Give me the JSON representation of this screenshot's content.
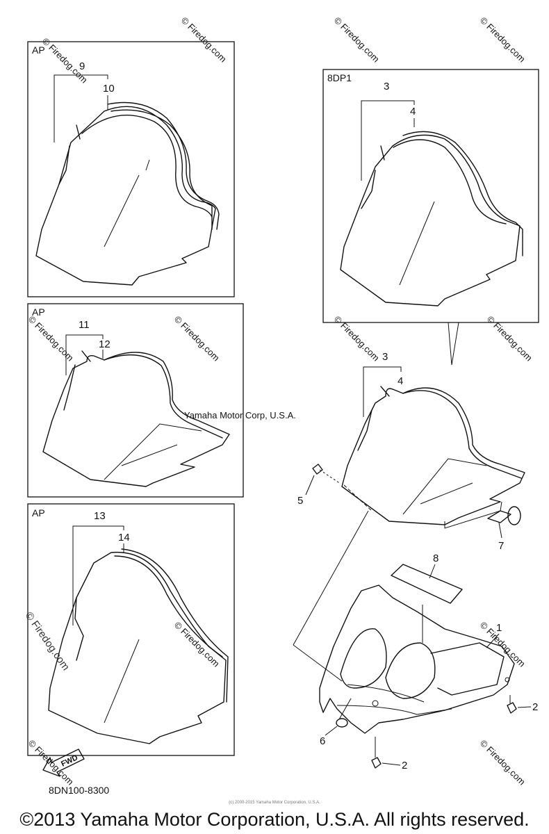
{
  "watermark": {
    "center": "Yamaha Motor Corp, U.S.A.",
    "side": "© Firedog.com",
    "repeat": "© Firedog.com"
  },
  "boxes": {
    "box1_label": "AP",
    "box2_label": "AP",
    "box3_label": "AP",
    "box4_label": "8DP1"
  },
  "callouts": {
    "c9": "9",
    "c10": "10",
    "c11": "11",
    "c12": "12",
    "c13": "13",
    "c14": "14",
    "c3a": "3",
    "c4a": "4",
    "c3b": "3",
    "c4b": "4",
    "c5": "5",
    "c7": "7",
    "c8": "8",
    "c1": "1",
    "c2a": "2",
    "c2b": "2",
    "c6": "6"
  },
  "fwd_label": "FWD",
  "diagram_code": "8DN100-8300",
  "small_notice": "(c) 2000-2015 Yamaha Motor Corporation, U.S.A.",
  "footer": "©2013 Yamaha Motor Corporation, U.S.A. All rights reserved."
}
